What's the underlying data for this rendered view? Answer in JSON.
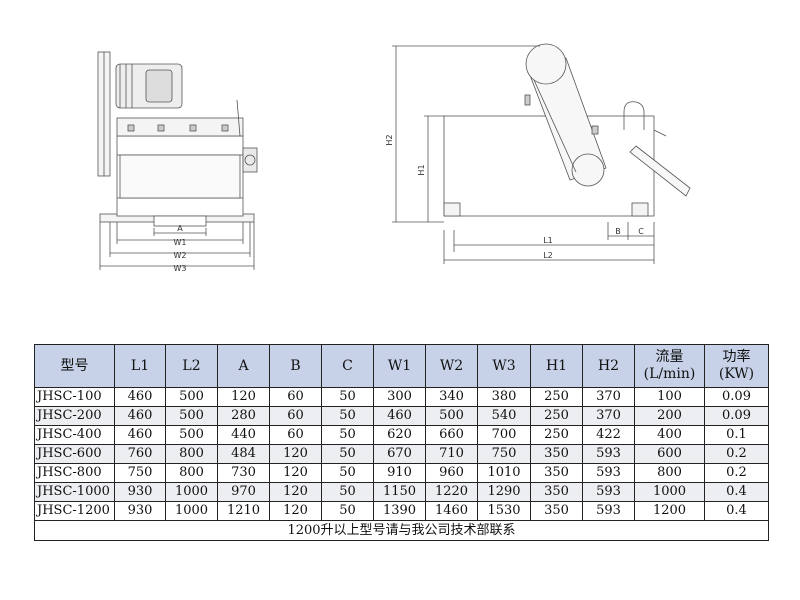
{
  "front_view_labels": {
    "a": "A",
    "w1": "W1",
    "w2": "W2",
    "w3": "W3"
  },
  "side_view_labels": {
    "h1": "H1",
    "h2": "H2",
    "l1": "L1",
    "l2": "L2",
    "b": "B",
    "c": "C"
  },
  "table": {
    "headers": [
      {
        "line1": "型号",
        "line2": ""
      },
      {
        "line1": "L1",
        "line2": ""
      },
      {
        "line1": "L2",
        "line2": ""
      },
      {
        "line1": "A",
        "line2": ""
      },
      {
        "line1": "B",
        "line2": ""
      },
      {
        "line1": "C",
        "line2": ""
      },
      {
        "line1": "W1",
        "line2": ""
      },
      {
        "line1": "W2",
        "line2": ""
      },
      {
        "line1": "W3",
        "line2": ""
      },
      {
        "line1": "H1",
        "line2": ""
      },
      {
        "line1": "H2",
        "line2": ""
      },
      {
        "line1": "流量",
        "line2": "(L/min)"
      },
      {
        "line1": "功率",
        "line2": "(KW)"
      }
    ],
    "rows": [
      [
        "JHSC-100",
        "460",
        "500",
        "120",
        "60",
        "50",
        "300",
        "340",
        "380",
        "250",
        "370",
        "100",
        "0.09"
      ],
      [
        "JHSC-200",
        "460",
        "500",
        "280",
        "60",
        "50",
        "460",
        "500",
        "540",
        "250",
        "370",
        "200",
        "0.09"
      ],
      [
        "JHSC-400",
        "460",
        "500",
        "440",
        "60",
        "50",
        "620",
        "660",
        "700",
        "250",
        "422",
        "400",
        "0.1"
      ],
      [
        "JHSC-600",
        "760",
        "800",
        "484",
        "120",
        "50",
        "670",
        "710",
        "750",
        "350",
        "593",
        "600",
        "0.2"
      ],
      [
        "JHSC-800",
        "750",
        "800",
        "730",
        "120",
        "50",
        "910",
        "960",
        "1010",
        "350",
        "593",
        "800",
        "0.2"
      ],
      [
        "JHSC-1000",
        "930",
        "1000",
        "970",
        "120",
        "50",
        "1150",
        "1220",
        "1290",
        "350",
        "593",
        "1000",
        "0.4"
      ],
      [
        "JHSC-1200",
        "930",
        "1000",
        "1210",
        "120",
        "50",
        "1390",
        "1460",
        "1530",
        "350",
        "593",
        "1200",
        "0.4"
      ]
    ],
    "footnote": "1200升以上型号请与我公司技术部联系"
  }
}
